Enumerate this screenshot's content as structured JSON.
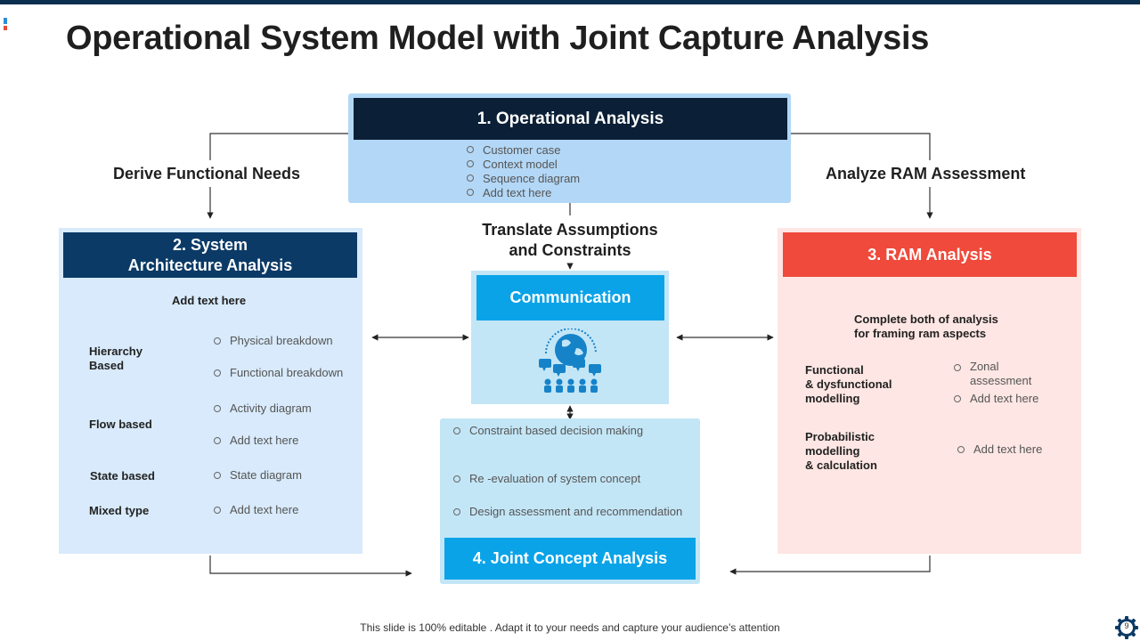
{
  "title": "Operational System Model with Joint Capture Analysis",
  "operational": {
    "header": "1. Operational Analysis",
    "items": [
      "Customer case",
      "Context model",
      "Sequence diagram",
      "Add text here"
    ]
  },
  "labels": {
    "derive": "Derive Functional Needs",
    "analyze": "Analyze RAM Assessment",
    "translate_line1": "Translate Assumptions",
    "translate_line2": "and Constraints"
  },
  "system": {
    "header_line1": "2. System",
    "header_line2": "Architecture Analysis",
    "subtitle": "Add text here",
    "groups": [
      {
        "label_line1": "Hierarchy",
        "label_line2": "Based",
        "items": [
          "Physical breakdown",
          "Functional breakdown"
        ]
      },
      {
        "label_line1": "Flow based",
        "label_line2": "",
        "items": [
          "Activity diagram",
          "Add text here"
        ]
      },
      {
        "label_line1": "State based",
        "label_line2": "",
        "items": [
          "State diagram"
        ]
      },
      {
        "label_line1": "Mixed type",
        "label_line2": "",
        "items": [
          "Add text here"
        ]
      }
    ]
  },
  "communication": {
    "header": "Communication",
    "icon": "global-communication-icon"
  },
  "joint": {
    "header": "4. Joint Concept Analysis",
    "items": [
      "Constraint based decision making",
      "Re -evaluation  of system concept",
      "Design assessment and recommendation"
    ]
  },
  "ram": {
    "header": "3. RAM Analysis",
    "subtitle_line1": "Complete both of analysis",
    "subtitle_line2": "for framing ram aspects",
    "functional": {
      "label_line1": "Functional",
      "label_line2": "& dysfunctional",
      "label_line3": "modelling",
      "item1_line1": "Zonal",
      "item1_line2": "assessment",
      "item2": "Add text here"
    },
    "probabilistic": {
      "label_line1": "Probabilistic",
      "label_line2": "modelling",
      "label_line3": "& calculation",
      "item": "Add text here"
    }
  },
  "footer": "This slide is 100% editable . Adapt it to your needs and capture your audience’s attention",
  "page_number": "9",
  "colors": {
    "navy": "#0b2036",
    "dark_blue": "#0b3a66",
    "light_blue": "#b3d7f6",
    "pale_blue": "#d8eafb",
    "cyan": "#0aa3e8",
    "light_cyan": "#c3e6f7",
    "red": "#ef4a3b",
    "pale_red": "#fde6e3"
  }
}
